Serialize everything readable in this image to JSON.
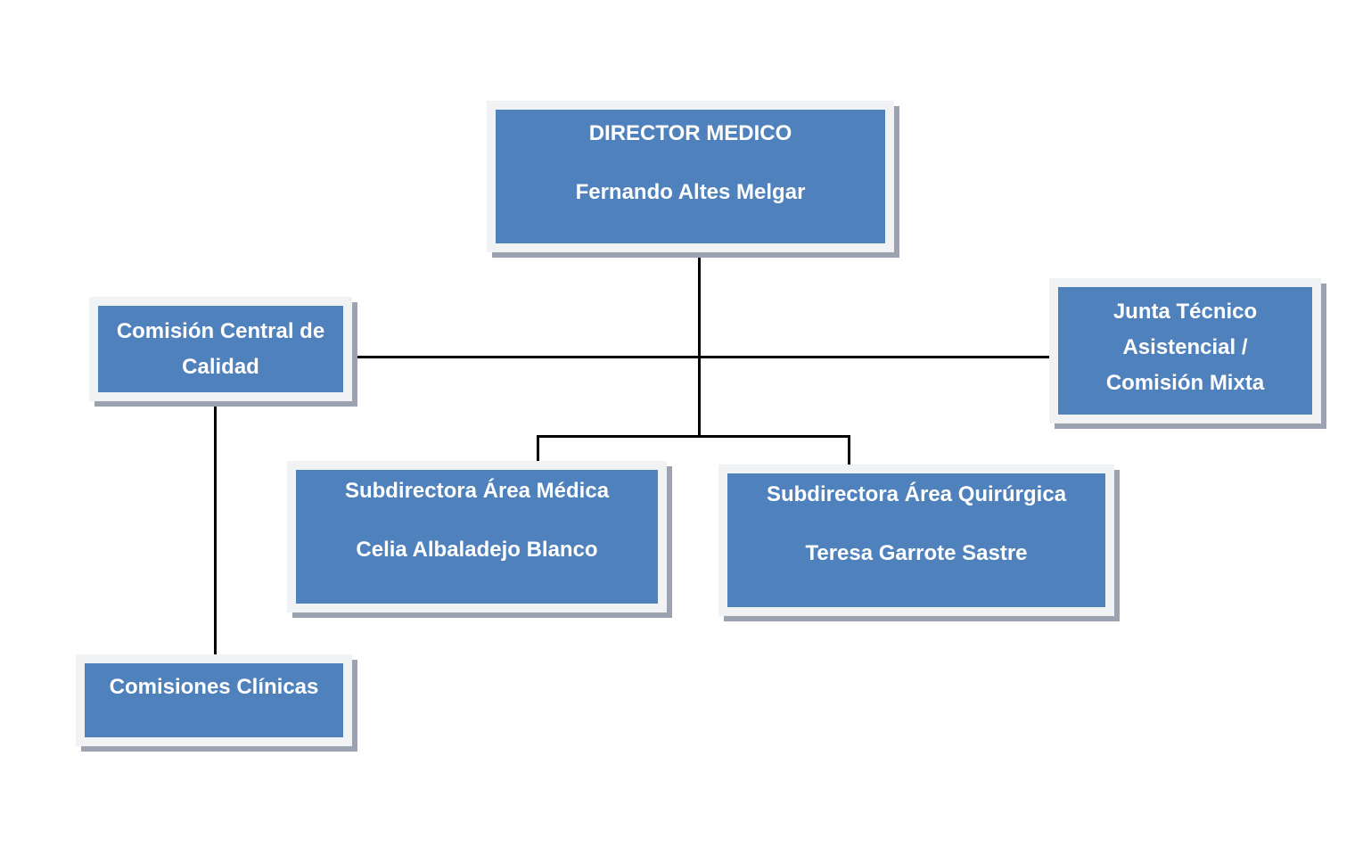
{
  "diagram": {
    "type": "org-chart",
    "colors": {
      "box_fill": "#4f81bd",
      "box_frame": "#f1f2f4",
      "box_shadow": "#9ba3b1",
      "connector": "#000000",
      "text": "#ffffff",
      "background": "#ffffff"
    },
    "nodes": {
      "director": {
        "title": "DIRECTOR MEDICO",
        "name": "Fernando Altes Melgar"
      },
      "comision_central": {
        "line1": "Comisión Central de",
        "line2": "Calidad"
      },
      "junta": {
        "line1": "Junta Técnico",
        "line2": "Asistencial /",
        "line3": "Comisión Mixta"
      },
      "sub_medica": {
        "title": "Subdirectora Área Médica",
        "name": "Celia Albaladejo Blanco"
      },
      "sub_quirurgica": {
        "title": "Subdirectora Área Quirúrgica",
        "name": "Teresa Garrote Sastre"
      },
      "comisiones_clinicas": {
        "title": "Comisiones Clínicas"
      }
    }
  }
}
